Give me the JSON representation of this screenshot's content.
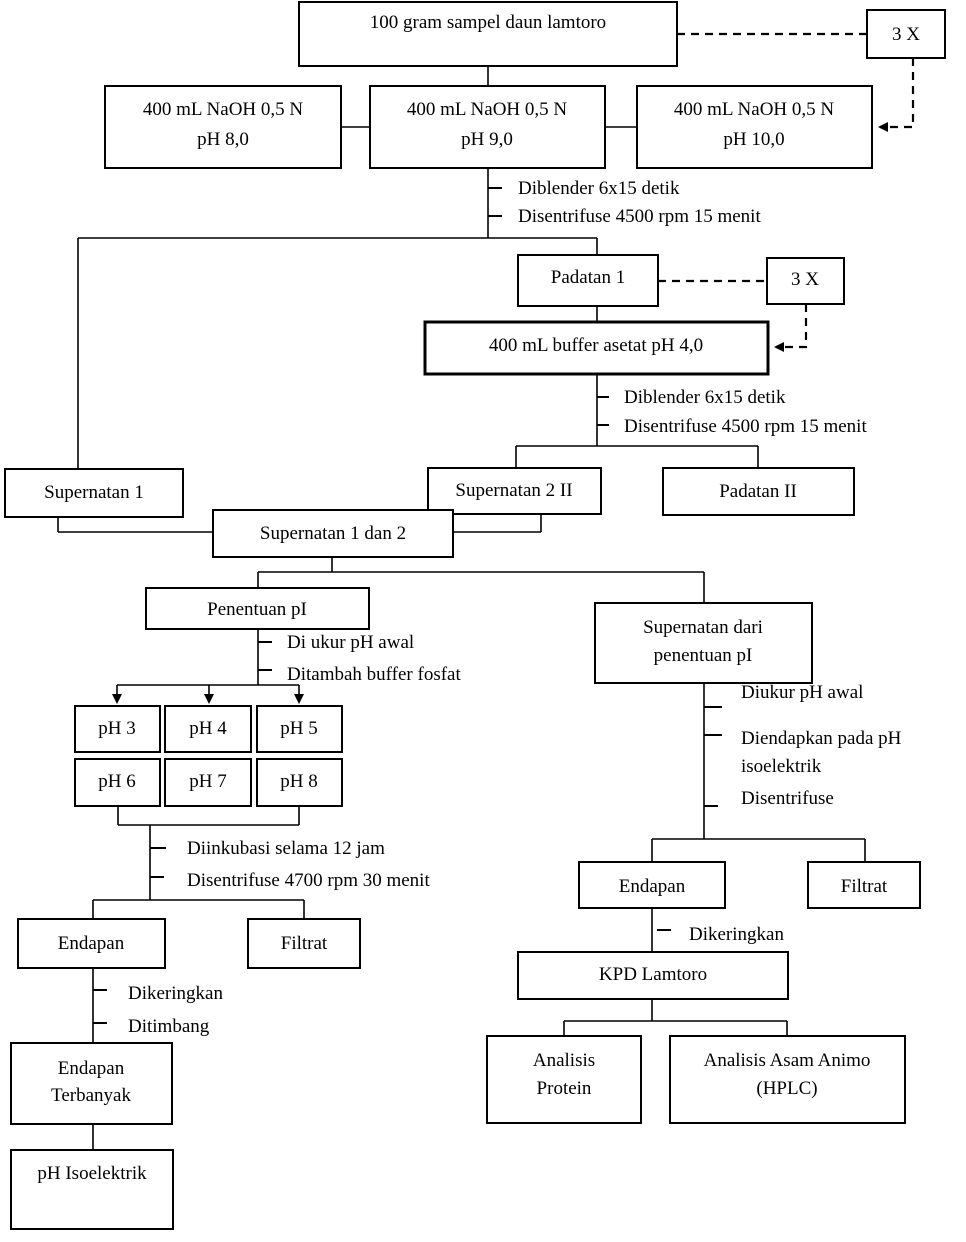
{
  "boxes": {
    "sample": "100 gram sampel daun lamtoro",
    "repeat_top": "3 X",
    "naoh_ph8_line1": "400 mL NaOH 0,5  N",
    "naoh_ph8_line2": "pH 8,0",
    "naoh_ph9_line1": "400 mL NaOH 0,5 N",
    "naoh_ph9_line2": "pH 9,0",
    "naoh_ph10_line1": "400 mL NaOH 0,5 N",
    "naoh_ph10_line2": "pH 10,0",
    "padatan1": "Padatan 1",
    "repeat_mid": "3 X",
    "buffer_asetat": "400 mL buffer asetat pH 4,0",
    "supernatan1": "Supernatan  1",
    "supernatan2": "Supernatan 2 II",
    "padatan2": "Padatan II",
    "supernatan12": "Supernatan 1 dan 2",
    "penentuan_pi": "Penentuan pI",
    "supernatan_dari_line1": "Supernatan dari",
    "supernatan_dari_line2": "penentuan pI",
    "ph3": "pH 3",
    "ph4": "pH 4",
    "ph5": "pH 5",
    "ph6": "pH 6",
    "ph7": "pH 7",
    "ph8": "pH 8",
    "endapan_left": "Endapan",
    "filtrat_left": "Filtrat",
    "endapan_terbanyak_line1": "Endapan",
    "endapan_terbanyak_line2": "Terbanyak",
    "ph_isoelektrik": "pH Isoelektrik",
    "endapan_right": "Endapan",
    "filtrat_right": "Filtrat",
    "kpd_lamtoro": "KPD Lamtoro",
    "analisis_protein_line1": "Analisis",
    "analisis_protein_line2": "Protein",
    "analisis_asam_line1": "Analisis Asam Animo",
    "analisis_asam_line2": "(HPLC)"
  },
  "steps": {
    "blend1": "Diblender 6x15 detik",
    "centrifuge1": "Disentrifuse 4500 rpm 15 menit",
    "blend2": "Diblender 6x15 detik",
    "centrifuge2": "Disentrifuse 4500 rpm 15 menit",
    "measure_ph": "Di ukur pH awal",
    "add_buffer": "Ditambah buffer fosfat",
    "incubate": "Diinkubasi selama 12 jam",
    "centrifuge3": "Disentrifuse 4700 rpm 30 menit",
    "dry_left": "Dikeringkan",
    "weigh": "Ditimbang",
    "measure_ph_right": "Diukur pH awal",
    "precipitate_line1": "Diendapkan pada pH",
    "precipitate_line2": "isoelektrik",
    "centrifuge_right": "Disentrifuse",
    "dry_right": "Dikeringkan"
  }
}
